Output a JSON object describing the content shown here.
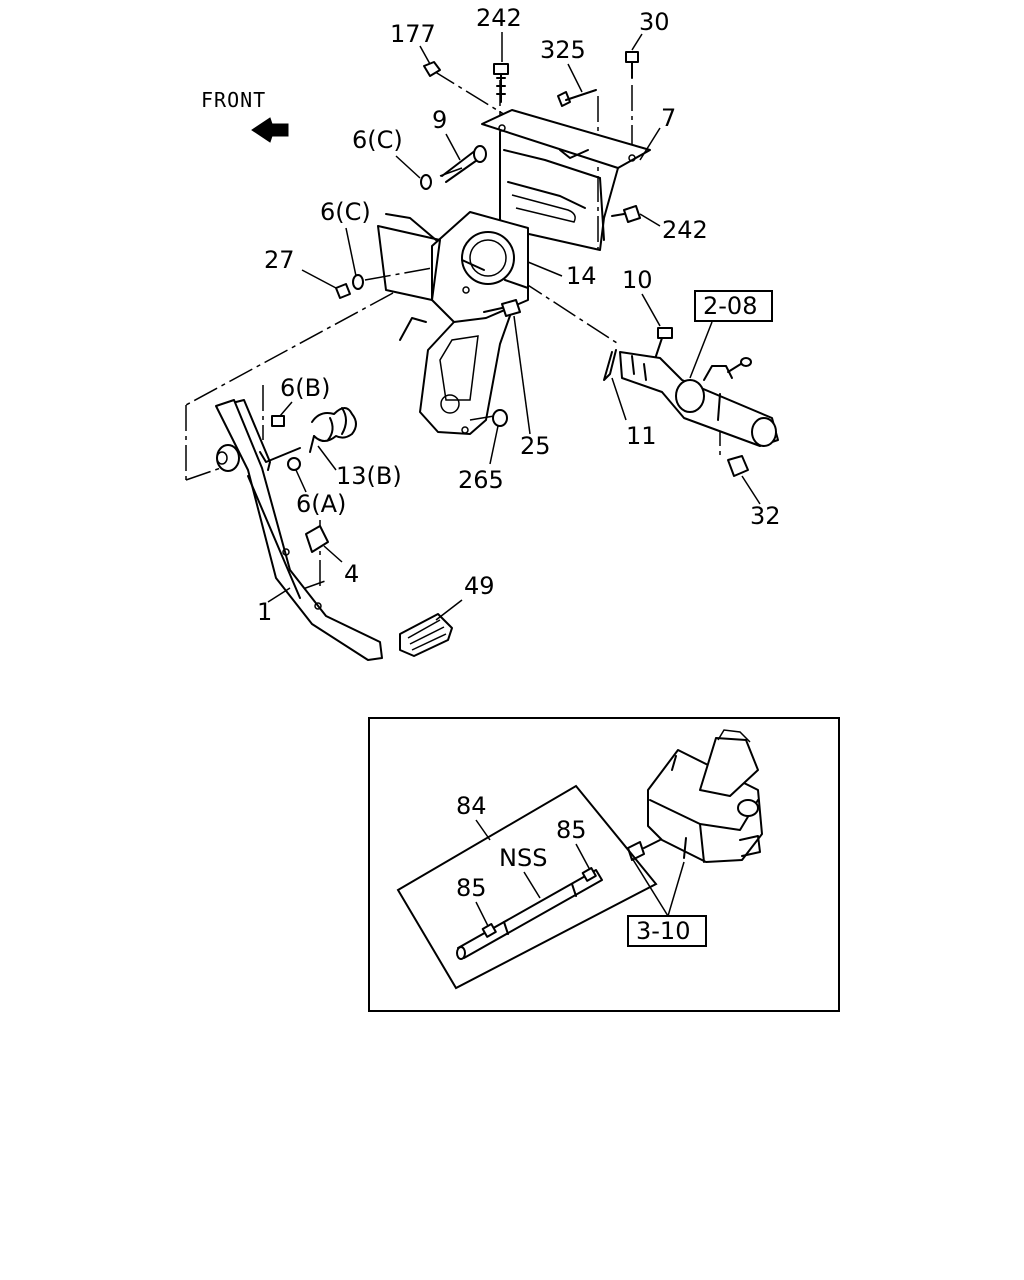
{
  "front_label": "FRONT",
  "callouts": {
    "p177": "177",
    "p242_top": "242",
    "p325": "325",
    "p30": "30",
    "p7": "7",
    "p9": "9",
    "p6c_upper": "6(C)",
    "p6c_lower": "6(C)",
    "p27": "27",
    "p242_right": "242",
    "p14": "14",
    "p10": "10",
    "p2_08": "2-08",
    "p6b": "6(B)",
    "p13b": "13(B)",
    "p6a": "6(A)",
    "p25": "25",
    "p265": "265",
    "p11": "11",
    "p32": "32",
    "p4": "4",
    "p1": "1",
    "p49": "49"
  },
  "inset": {
    "p84": "84",
    "p85_right": "85",
    "nss": "NSS",
    "p85_left": "85",
    "p3_10": "3-10"
  }
}
